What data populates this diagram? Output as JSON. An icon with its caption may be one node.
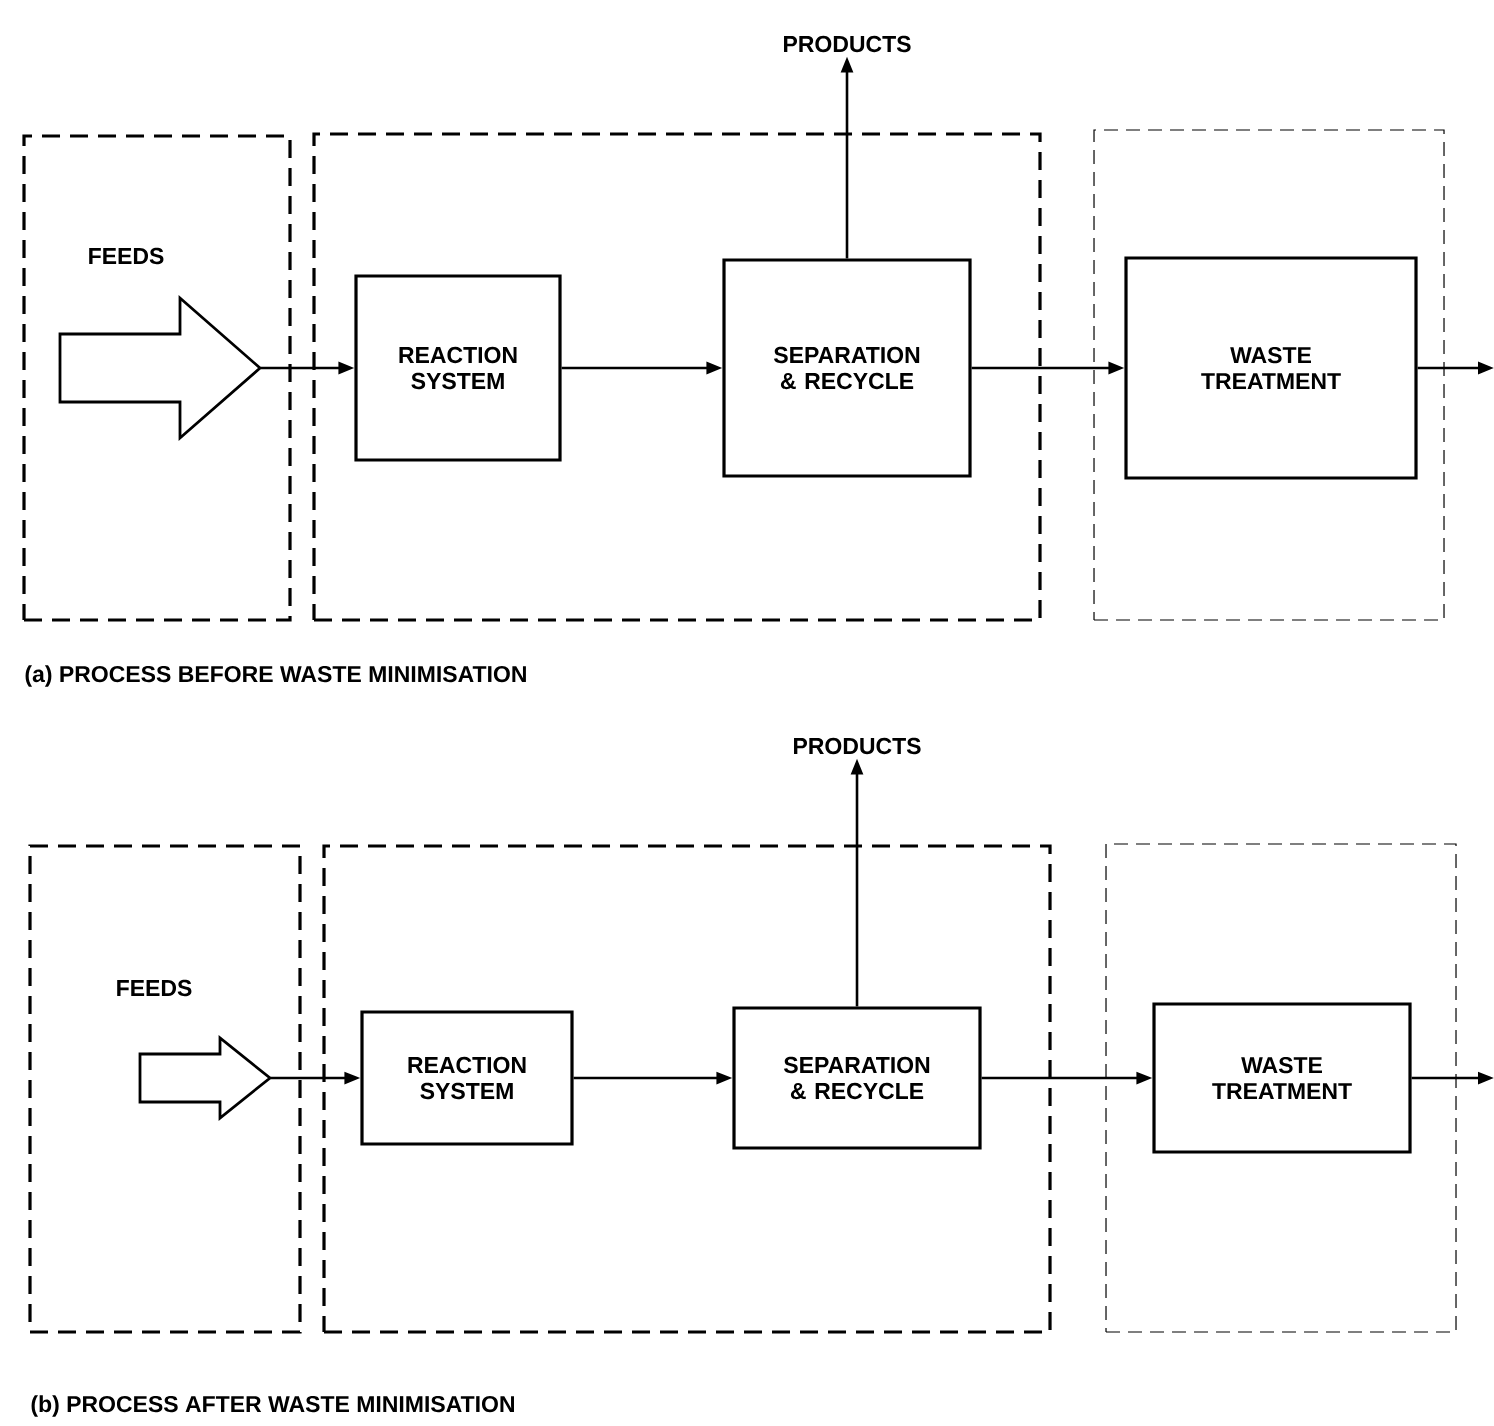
{
  "diagram": {
    "nodes": [
      {
        "text": [
          "FEEDS"
        ]
      },
      {
        "text": [],
        "shape": "arrow",
        "in": 0
      },
      {
        "text": [],
        "shape": "box"
      },
      {
        "text": [
          "REACTION SYSTEM"
        ],
        "in": 2
      },
      {
        "text": [
          "SEPARATION & RECYCLE"
        ],
        "in": 2
      },
      {
        "text": [],
        "shape": "box"
      },
      {
        "text": [
          "WASTE TREATMENT"
        ],
        "in": 5
      },
      {
        "text": [
          "PRODUCTS"
        ]
      },
      {
        "text": [
          "FEEDS"
        ]
      },
      {
        "text": [],
        "shape": "arrow",
        "in": 8
      },
      {
        "text": [],
        "shape": "box"
      },
      {
        "text": [
          "REACTION SYSTEM"
        ],
        "in": 10
      },
      {
        "text": [
          "SEPARATION & RECYCLE"
        ],
        "in": 10
      },
      {
        "text": [],
        "shape": "box"
      },
      {
        "text": [
          "WASTE TREATMENT"
        ],
        "in": 13
      },
      {
        "text": [
          "PRODUCTS"
        ]
      }
    ],
    "edges": [
      {
        "from": 1,
        "to": 3,
        "arrow": "to"
      },
      {
        "from": 3,
        "to": 4,
        "arrow": "to"
      },
      {
        "from": 4,
        "to": 6,
        "arrow": "to"
      },
      {
        "from": 4,
        "to": 7,
        "arrow": "to"
      },
      {
        "from": 6,
        "to": null,
        "arrow": "to"
      },
      {
        "from": 9,
        "to": 11,
        "arrow": "to"
      },
      {
        "from": 11,
        "to": 12,
        "arrow": "to"
      },
      {
        "from": 12,
        "to": 14,
        "arrow": "to"
      },
      {
        "from": 12,
        "to": 15,
        "arrow": "to"
      },
      {
        "from": 14,
        "to": null,
        "arrow": "to"
      }
    ],
    "labels": [
      "(a) PROCESS BEFORE WASTE MINIMISATION",
      "(b) PROCESS AFTER WASTE MINIMISATION"
    ]
  }
}
